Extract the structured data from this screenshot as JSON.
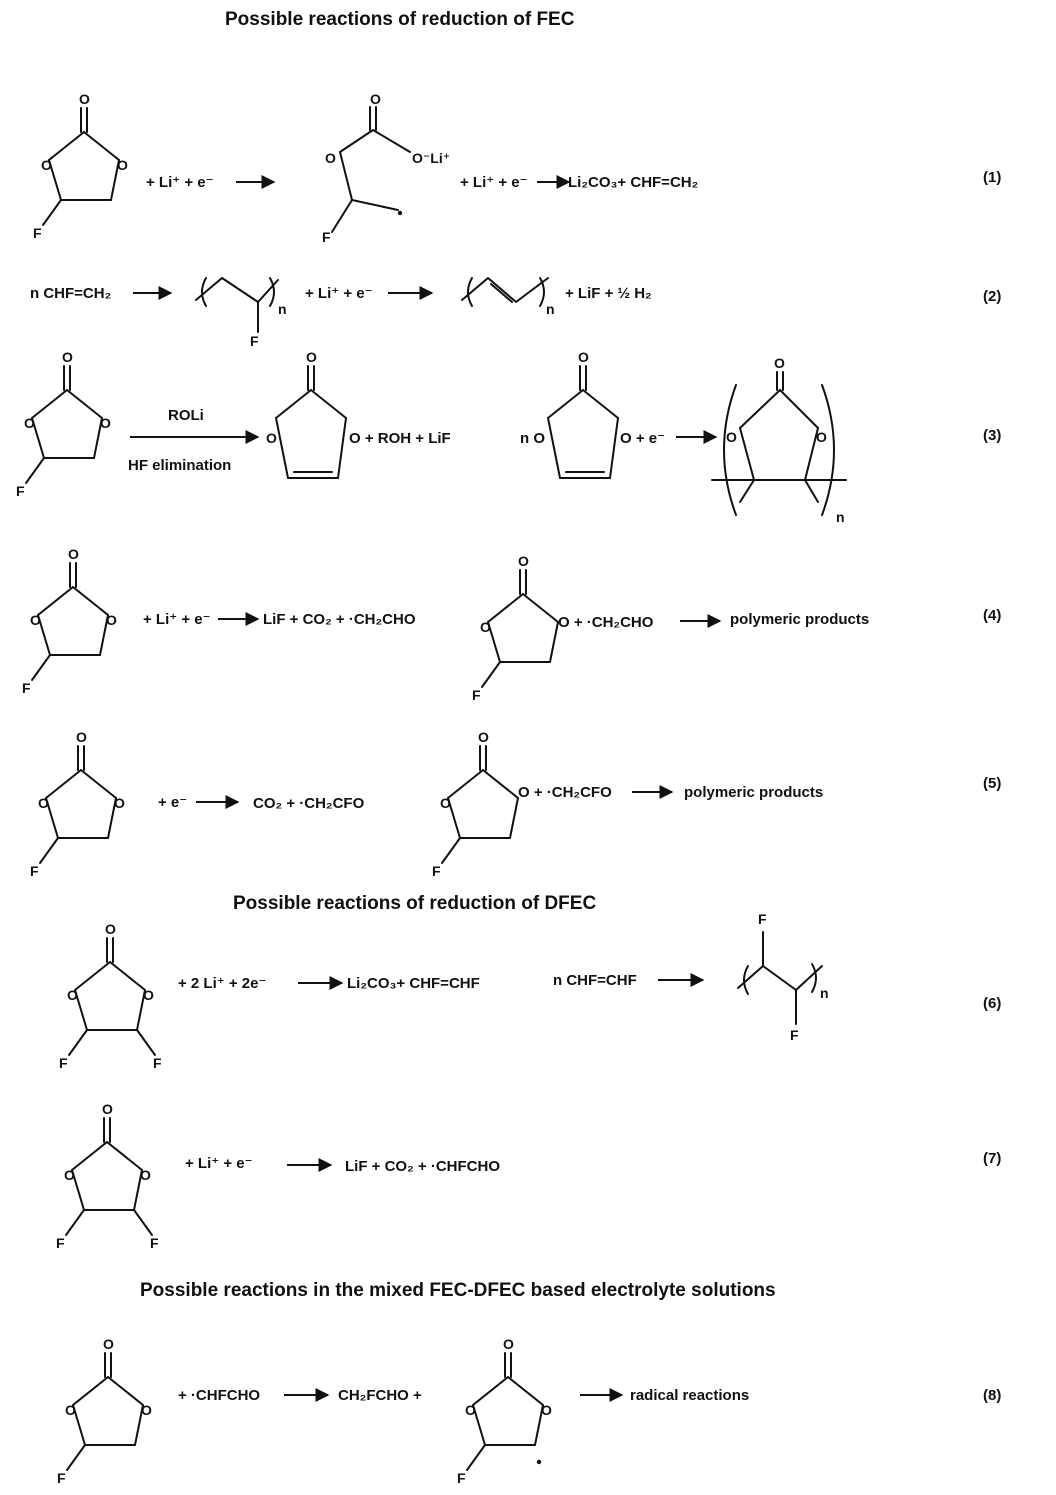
{
  "headings": {
    "fec": "Possible reactions of reduction of FEC",
    "dfec": "Possible reactions of reduction of DFEC",
    "mixed": "Possible reactions in the mixed FEC-DFEC based electrolyte solutions"
  },
  "atoms": {
    "o": "O",
    "f": "F",
    "n": "n",
    "oli": "O⁻Li⁺"
  },
  "reactions": [
    {
      "number": "(1)",
      "texts": [
        "+ Li⁺ + e⁻",
        "+ Li⁺ + e⁻",
        "Li₂CO₃+ CHF=CH₂"
      ]
    },
    {
      "number": "(2)",
      "texts": [
        "n CHF=CH₂",
        "+ Li⁺ + e⁻",
        "+ LiF + ½ H₂"
      ]
    },
    {
      "number": "(3)",
      "texts": [
        "ROLi",
        "HF elimination",
        "O + ROH + LiF",
        "n O",
        "O + e⁻"
      ]
    },
    {
      "number": "(4)",
      "texts": [
        "+ Li⁺ + e⁻",
        "LiF + CO₂ + ·CH₂CHO",
        "O + ·CH₂CHO",
        "polymeric products"
      ]
    },
    {
      "number": "(5)",
      "texts": [
        "+ e⁻",
        "CO₂ + ·CH₂CFO",
        "O + ·CH₂CFO",
        "polymeric products"
      ]
    },
    {
      "number": "(6)",
      "texts": [
        "+ 2 Li⁺ + 2e⁻",
        "Li₂CO₃+ CHF=CHF",
        "n CHF=CHF"
      ]
    },
    {
      "number": "(7)",
      "texts": [
        "+ Li⁺ + e⁻",
        "LiF + CO₂ + ·CHFCHO"
      ]
    },
    {
      "number": "(8)",
      "texts": [
        "+ ·CHFCHO",
        "CH₂FCHO +",
        "radical reactions"
      ]
    }
  ]
}
